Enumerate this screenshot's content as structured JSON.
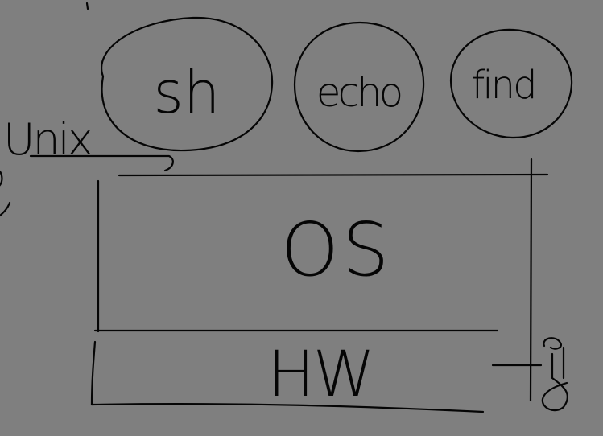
{
  "labels": {
    "process_1": "sh",
    "process_2": "echo",
    "process_3": "find",
    "kernel": "OS",
    "hardware": "HW",
    "side_label": "Unix"
  },
  "colors": {
    "background": "#7f7f7f",
    "ink": "#050505"
  }
}
